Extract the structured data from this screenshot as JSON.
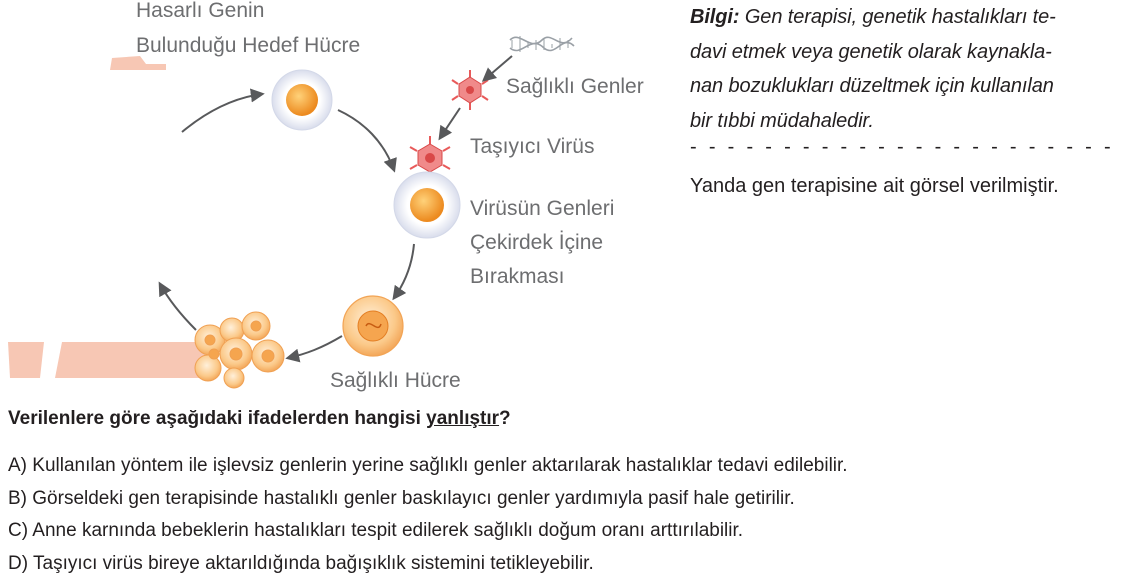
{
  "figure": {
    "labels": {
      "target_cell_line1": "Hasarlı Genin",
      "target_cell_line2": "Bulunduğu Hedef Hücre",
      "healthy_genes": "Sağlıklı Genler",
      "carrier_virus": "Taşıyıcı Virüs",
      "release_line1": "Virüsün Genleri",
      "release_line2": "Çekirdek İçine",
      "release_line3": "Bırakması",
      "healthy_cell": "Sağlıklı Hücre"
    },
    "colors": {
      "label_gray": "#6d6e70",
      "arrow": "#58595b",
      "nucleus": "#f39c2f",
      "cell_membrane": "#dfe3ef",
      "virus": "#e85a5a",
      "banner_pink": "#f7c7b4"
    },
    "icons": [
      "dna-strand-icon",
      "virus-icon",
      "cell-icon",
      "healthy-cell-icon",
      "cell-cluster-icon"
    ]
  },
  "info": {
    "lead": "Bilgi:",
    "line1": " Gen terapisi, genetik hastalıkları te-",
    "line2": "davi etmek veya genetik olarak kaynakla-",
    "line3": "nan bozuklukları düzeltmek için kullanılan",
    "line4": "bir tıbbi müdahaledir.",
    "dashes": "- - - - - - - - - - - - - - - - - - - - - - - - - - -",
    "statement": "Yanda gen terapisine ait görsel verilmiştir."
  },
  "question": {
    "prefix": "Verilenlere göre aşağıdaki ifadelerden hangisi ",
    "emphasis": "yanlıştır",
    "suffix": "?"
  },
  "options": [
    {
      "letter": "A)",
      "text": "Kullanılan yöntem ile işlevsiz genlerin yerine sağlıklı genler aktarılarak hastalıklar tedavi edilebilir."
    },
    {
      "letter": "B)",
      "text": "Görseldeki gen terapisinde hastalıklı genler baskılayıcı genler yardımıyla pasif hale getirilir."
    },
    {
      "letter": "C)",
      "text": "Anne karnında bebeklerin hastalıkları tespit edilerek sağlıklı doğum oranı arttırılabilir."
    },
    {
      "letter": "D)",
      "text": "Taşıyıcı virüs bireye aktarıldığında bağışıklık sistemini tetikleyebilir."
    }
  ]
}
